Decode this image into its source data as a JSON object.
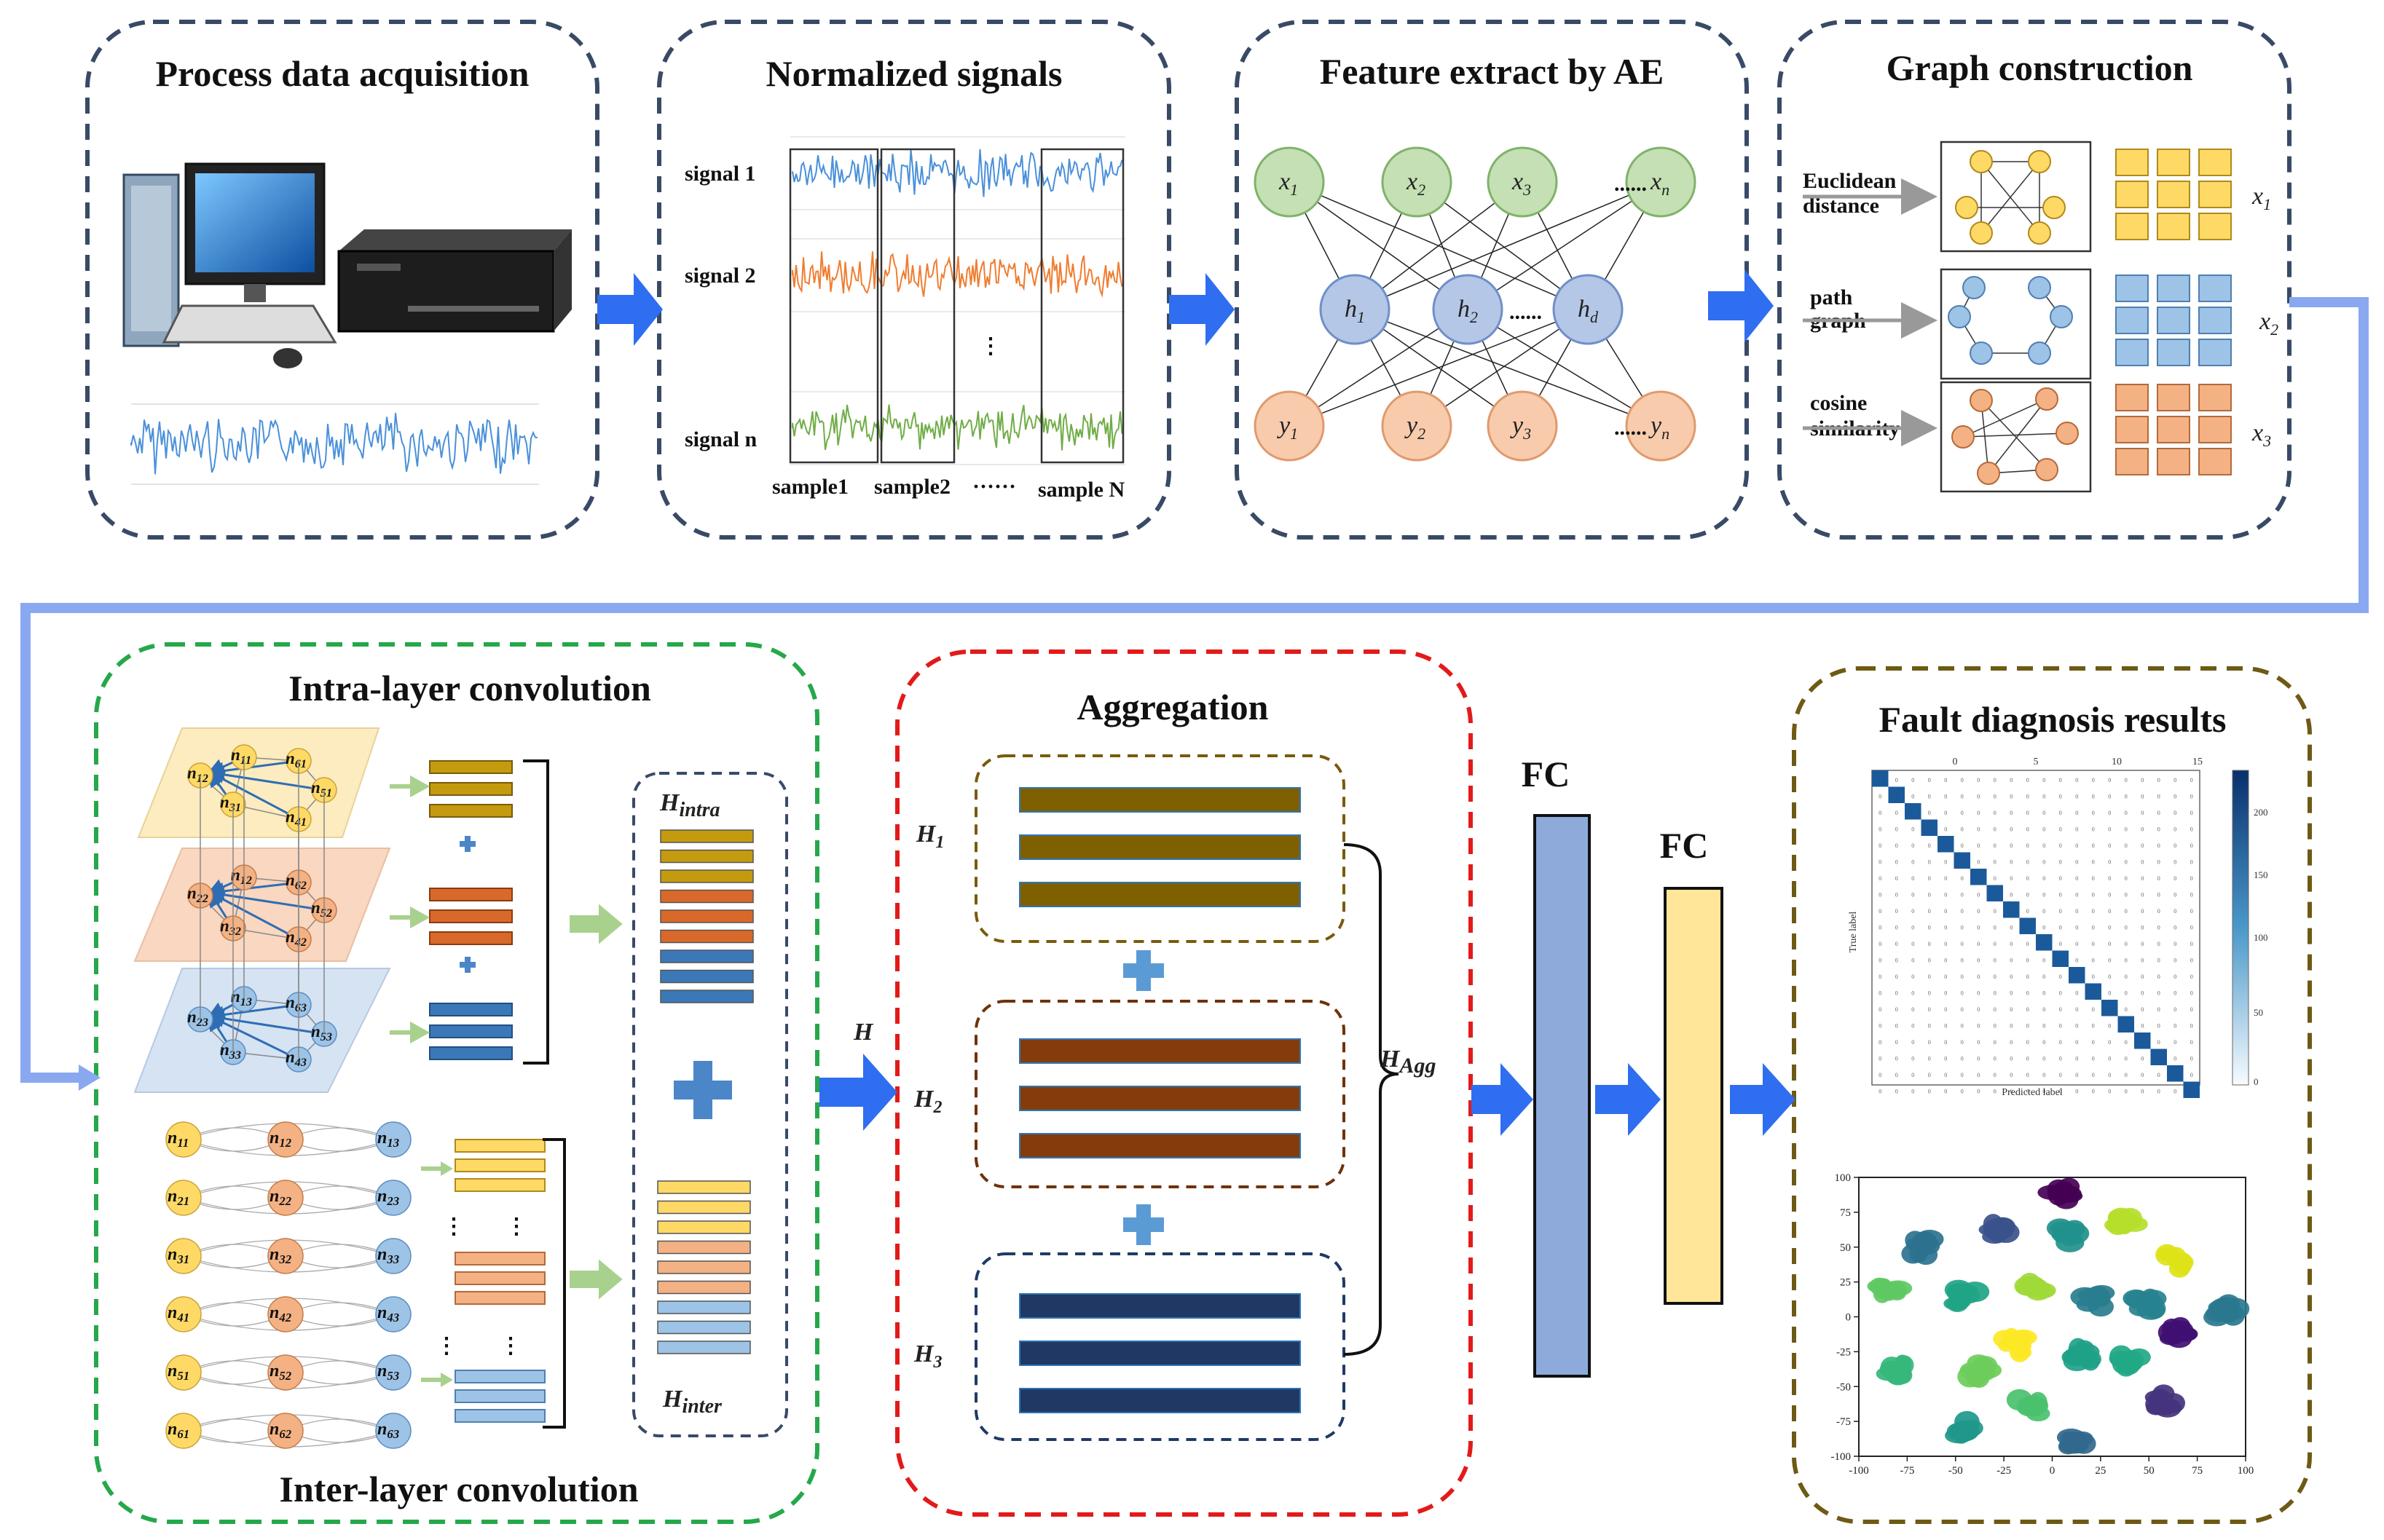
{
  "panels": {
    "acquisition": {
      "title": "Process data acquisition"
    },
    "normalized": {
      "title": "Normalized signals",
      "signals": [
        "signal 1",
        "signal 2",
        "signal n"
      ],
      "vdots": "⋮",
      "samples": [
        "sample1",
        "sample2",
        "······",
        "sample N"
      ]
    },
    "ae": {
      "title": "Feature extract by AE",
      "inputs": [
        [
          "x",
          "1"
        ],
        [
          "x",
          "2"
        ],
        [
          "x",
          "3"
        ],
        [
          "x",
          "n"
        ]
      ],
      "hidden": [
        [
          "h",
          "1"
        ],
        [
          "h",
          "2"
        ],
        [
          "h",
          "d"
        ]
      ],
      "outputs": [
        [
          "y",
          "1"
        ],
        [
          "y",
          "2"
        ],
        [
          "y",
          "3"
        ],
        [
          "y",
          "n"
        ]
      ],
      "ellipsis": "......"
    },
    "graph": {
      "title": "Graph construction",
      "methods": [
        {
          "line1": "Euclidean",
          "line2": "distance",
          "label": [
            "x",
            "1"
          ]
        },
        {
          "line1": "path",
          "line2": "graph",
          "label": [
            "x",
            "2"
          ]
        },
        {
          "line1": "cosine",
          "line2": "similarity",
          "label": [
            "x",
            "3"
          ]
        }
      ]
    },
    "intra": {
      "title": "Intra-layer convolution",
      "nodes_layer1": [
        "n11",
        "n61",
        "n12",
        "n51",
        "n31",
        "n41"
      ],
      "nodes_layer2": [
        "n12",
        "n62",
        "n22",
        "n52",
        "n32",
        "n42"
      ],
      "nodes_layer3": [
        "n13",
        "n63",
        "n23",
        "n53",
        "n33",
        "n43"
      ]
    },
    "inter": {
      "title": "Inter-layer convolution",
      "rows": [
        [
          "n11",
          "n12",
          "n13"
        ],
        [
          "n21",
          "n22",
          "n23"
        ],
        [
          "n31",
          "n32",
          "n33"
        ],
        [
          "n41",
          "n42",
          "n43"
        ],
        [
          "n51",
          "n52",
          "n53"
        ],
        [
          "n61",
          "n62",
          "n63"
        ]
      ],
      "dots": "⋮"
    },
    "h_intra": [
      "H",
      "intra"
    ],
    "h_inter": [
      "H",
      "inter"
    ],
    "h_label": "H",
    "aggregation": {
      "title": "Aggregation",
      "groups": [
        [
          "H",
          "1"
        ],
        [
          "H",
          "2"
        ],
        [
          "H",
          "3"
        ]
      ],
      "output": [
        "H",
        "Agg"
      ]
    },
    "fc": [
      "FC",
      "FC"
    ],
    "results": {
      "title": "Fault diagnosis results"
    }
  },
  "confusion_matrix": {
    "top_ticks": [
      "0",
      "5",
      "10",
      "15"
    ],
    "colorbar_ticks": [
      "200",
      "150",
      "100",
      "50",
      "0"
    ],
    "xlabel": "Predicted label",
    "ylabel": "True label"
  },
  "chart_data": {
    "type": "scatter",
    "title": "",
    "xlabel": "",
    "ylabel": "",
    "xlim": [
      -100,
      100
    ],
    "ylim": [
      -100,
      100
    ],
    "xticks": [
      -100,
      -75,
      -50,
      -25,
      0,
      25,
      50,
      75,
      100
    ],
    "yticks": [
      100,
      75,
      50,
      25,
      0,
      -25,
      -50,
      -75,
      -100
    ],
    "clusters": [
      {
        "x": 5,
        "y": 88,
        "color": "#440154"
      },
      {
        "x": 38,
        "y": 70,
        "color": "#b5de2b"
      },
      {
        "x": -68,
        "y": 50,
        "color": "#2c728e"
      },
      {
        "x": -27,
        "y": 62,
        "color": "#3b528b"
      },
      {
        "x": 8,
        "y": 58,
        "color": "#21918c"
      },
      {
        "x": 64,
        "y": 40,
        "color": "#dde318"
      },
      {
        "x": -8,
        "y": 22,
        "color": "#9fda3a"
      },
      {
        "x": -85,
        "y": 18,
        "color": "#5ec962"
      },
      {
        "x": -45,
        "y": 14,
        "color": "#20a486"
      },
      {
        "x": 22,
        "y": 12,
        "color": "#287d8e"
      },
      {
        "x": 48,
        "y": 10,
        "color": "#26828e"
      },
      {
        "x": 90,
        "y": 5,
        "color": "#2a788e"
      },
      {
        "x": -20,
        "y": -20,
        "color": "#fde725"
      },
      {
        "x": 65,
        "y": -12,
        "color": "#3f0f72"
      },
      {
        "x": -80,
        "y": -38,
        "color": "#35b779"
      },
      {
        "x": -38,
        "y": -38,
        "color": "#6ccd5a"
      },
      {
        "x": 15,
        "y": -28,
        "color": "#1fa187"
      },
      {
        "x": 40,
        "y": -32,
        "color": "#22a884"
      },
      {
        "x": -12,
        "y": -64,
        "color": "#4ac16d"
      },
      {
        "x": 58,
        "y": -60,
        "color": "#46337e"
      },
      {
        "x": 12,
        "y": -90,
        "color": "#31688e"
      },
      {
        "x": -45,
        "y": -80,
        "color": "#1f988b"
      }
    ]
  }
}
